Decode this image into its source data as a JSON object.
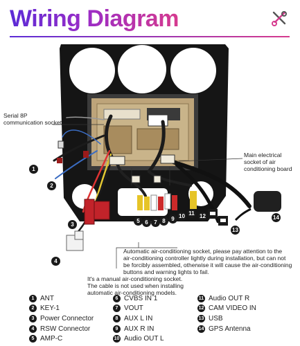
{
  "header": {
    "title": "Wiring Diagram",
    "icon": "tools-icon",
    "accent_start": "#5b2bd6",
    "accent_end": "#d63a8e"
  },
  "callouts": {
    "serial_socket": "Serial 8P\ncommunication socket",
    "main_socket": "Main electrical\nsocket of air\nconditioning board",
    "auto_ac": "Automatic air-conditioning socket, please pay attention to the\nair-conditioning controller lightly during installation, but can not\nbe forcibly assembled, otherwise it will cause the air-conditioning\nbuttons and warning lights to fail.",
    "manual_ac": "It's a manual air-conditioning socket.\nThe cable is not used when installing\nautomatic air-conditioning models."
  },
  "badges": [
    "1",
    "2",
    "3",
    "4",
    "5",
    "6",
    "7",
    "8",
    "9",
    "10",
    "11",
    "12",
    "13",
    "14"
  ],
  "legend": {
    "col1": [
      {
        "num": "1",
        "label": "ANT"
      },
      {
        "num": "2",
        "label": "KEY-1"
      },
      {
        "num": "3",
        "label": "Power Connector"
      },
      {
        "num": "4",
        "label": "RSW Connector"
      },
      {
        "num": "5",
        "label": "AMP-C"
      }
    ],
    "col2": [
      {
        "num": "6",
        "label": "CVBS IN 1"
      },
      {
        "num": "7",
        "label": "VOUT"
      },
      {
        "num": "8",
        "label": "AUX L IN"
      },
      {
        "num": "9",
        "label": "AUX R IN"
      },
      {
        "num": "10",
        "label": "Audio OUT L"
      }
    ],
    "col3": [
      {
        "num": "11",
        "label": "Audio OUT R"
      },
      {
        "num": "12",
        "label": "CAM VIDEO IN"
      },
      {
        "num": "13",
        "label": "USB"
      },
      {
        "num": "14",
        "label": "GPS Antenna"
      }
    ]
  }
}
